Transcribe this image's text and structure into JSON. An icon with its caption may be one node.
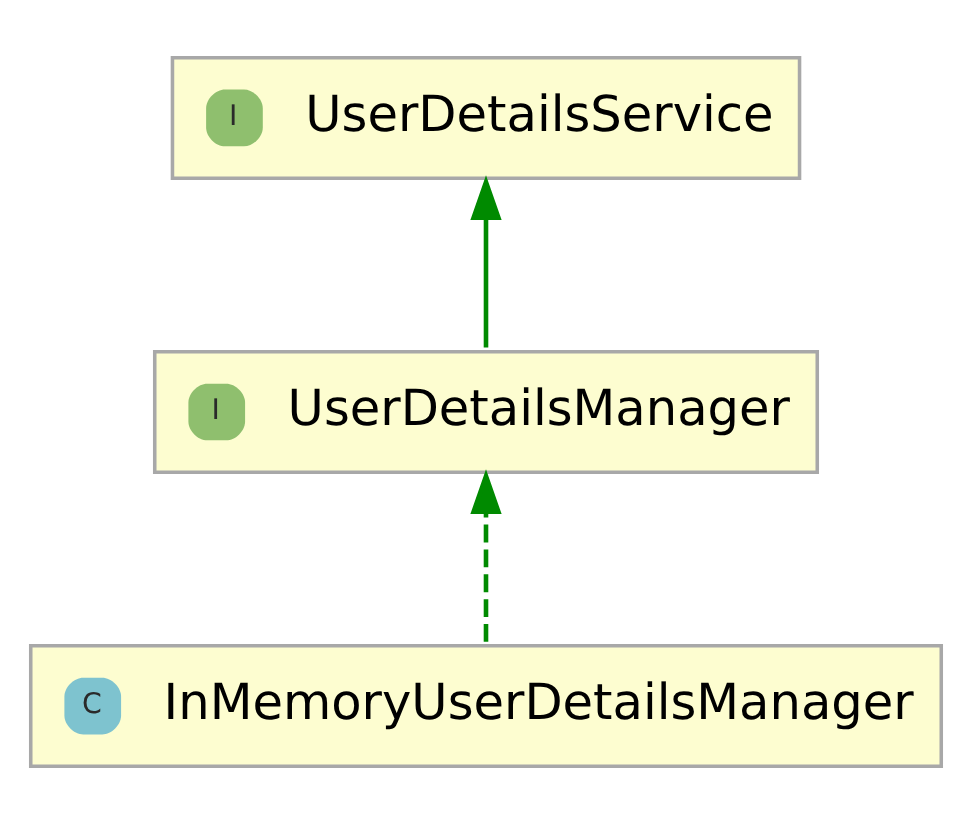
{
  "diagram": {
    "nodes": [
      {
        "text": [
          "I",
          "UserDetailsService"
        ]
      },
      {
        "text": [
          "I",
          "UserDetailsManager"
        ]
      },
      {
        "text": [
          "C",
          "InMemoryUserDetailsManager"
        ]
      }
    ],
    "edges": [
      {
        "from": 1,
        "to": 0,
        "arrow": "to"
      },
      {
        "from": 2,
        "to": 1,
        "arrow": "to",
        "style": "dashed"
      }
    ]
  }
}
